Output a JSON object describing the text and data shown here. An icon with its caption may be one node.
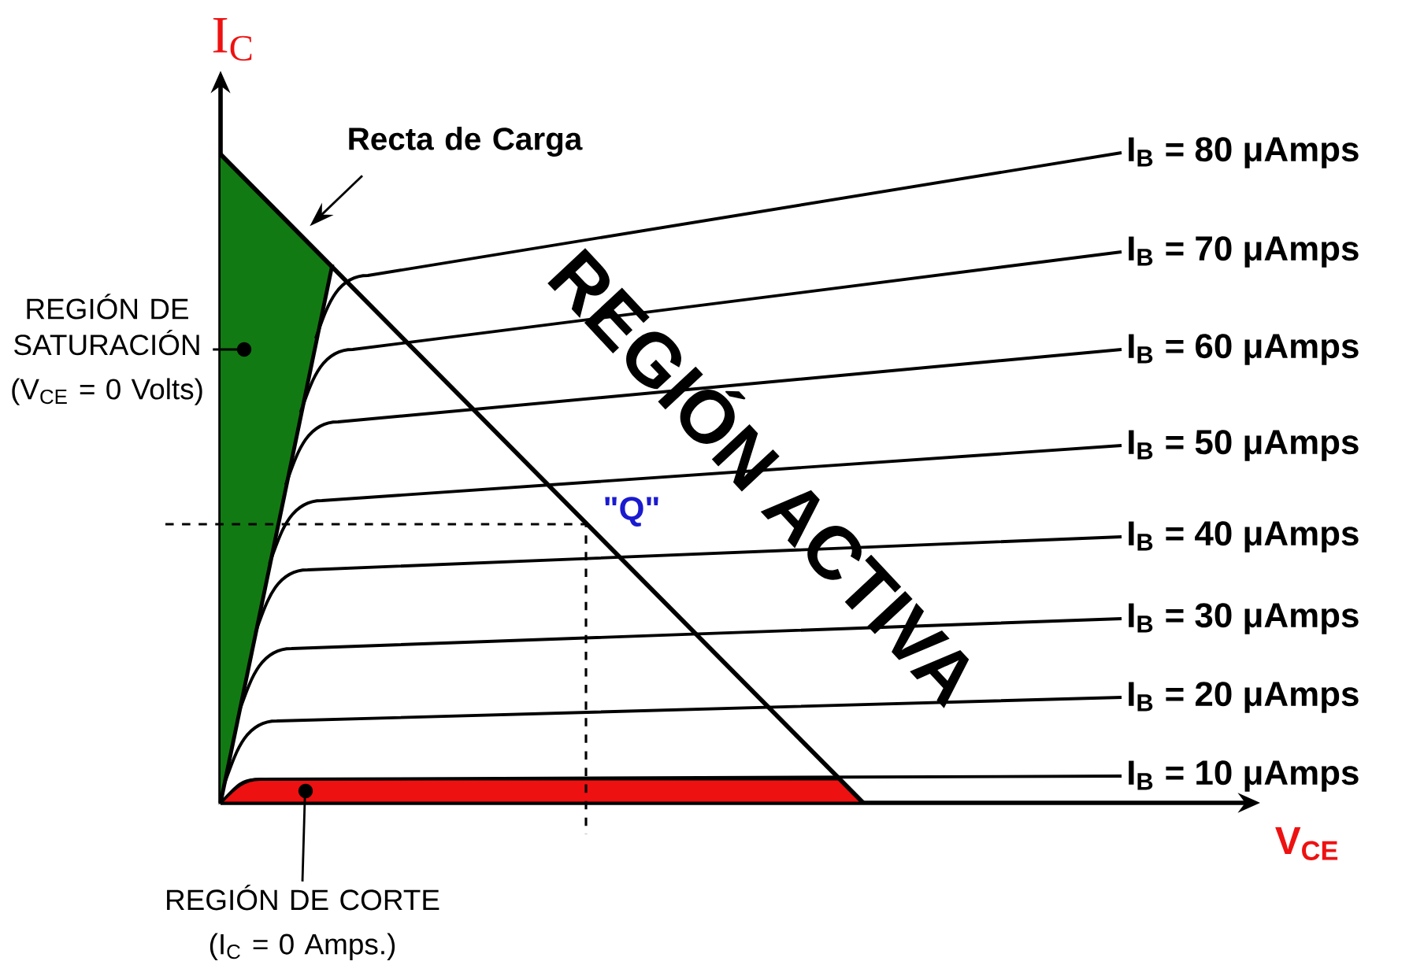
{
  "diagram": {
    "nodes": [
      {
        "text": [
          "Recta de Carga"
        ]
      },
      {
        "text": [
          "REGIÓN DE SATURACIÓN",
          "(V$_{CE}$ = 0 Volts)"
        ]
      },
      {
        "text": [],
        "shape": "triangle"
      },
      {
        "text": [
          "REGIÓN DE CORTE",
          "(I$_{C}$ = 0 Amps.)"
        ]
      },
      {
        "text": [],
        "shape": "bar"
      }
    ],
    "edges": [
      {
        "from": 0,
        "to": 2,
        "arrow": "to"
      },
      {
        "from": 1,
        "to": 2,
        "arrow": "none"
      },
      {
        "from": 3,
        "to": 4,
        "arrow": "none"
      }
    ],
    "labels": [
      "I$_{C}$",
      "V$_{CE}$",
      "REGIÓN ACTIVA",
      "\"Q\"",
      "I$_{B}$ = 80 μAmps",
      "I$_{B}$ = 70 μAmps",
      "I$_{B}$ = 60 μAmps",
      "I$_{B}$ = 50 μAmps",
      "I$_{B}$ = 40 μAmps",
      "I$_{B}$ = 30 μAmps",
      "I$_{B}$ = 20 μAmps",
      "I$_{B}$ = 10 μAmps"
    ]
  }
}
